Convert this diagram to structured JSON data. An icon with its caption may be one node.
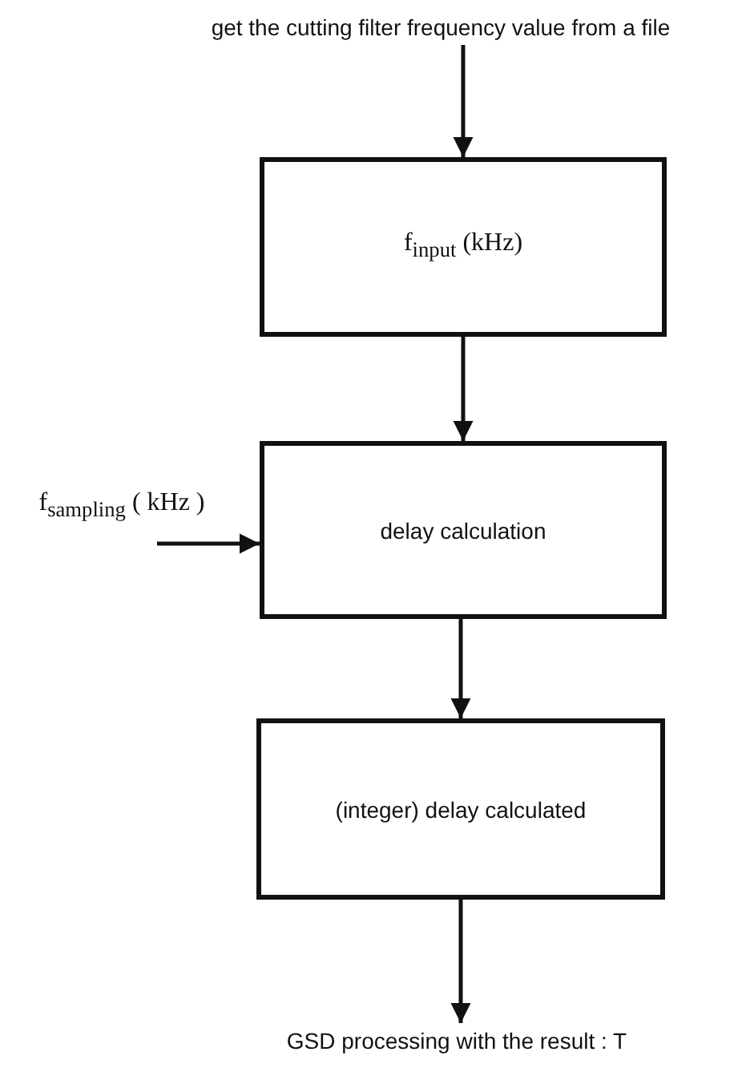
{
  "diagram": {
    "nodes": [
      {
        "text": [
          "get the cutting filter frequency value from a file"
        ]
      },
      {
        "text": [
          "f$_{input}$ (kHz)"
        ]
      },
      {
        "text": [
          "f$_{sampling}$ ( kHz )"
        ]
      },
      {
        "text": [
          "delay calculation"
        ]
      },
      {
        "text": [
          "(integer) delay calculated"
        ]
      },
      {
        "text": [
          "GSD processing with the result : T"
        ]
      }
    ],
    "edges": [
      {
        "from": 0,
        "to": 1,
        "arrow": "to"
      },
      {
        "from": 1,
        "to": 3,
        "arrow": "to"
      },
      {
        "from": 2,
        "to": 3,
        "arrow": "to"
      },
      {
        "from": 3,
        "to": 4,
        "arrow": "to"
      },
      {
        "from": 4,
        "to": 5,
        "arrow": "to"
      }
    ]
  }
}
